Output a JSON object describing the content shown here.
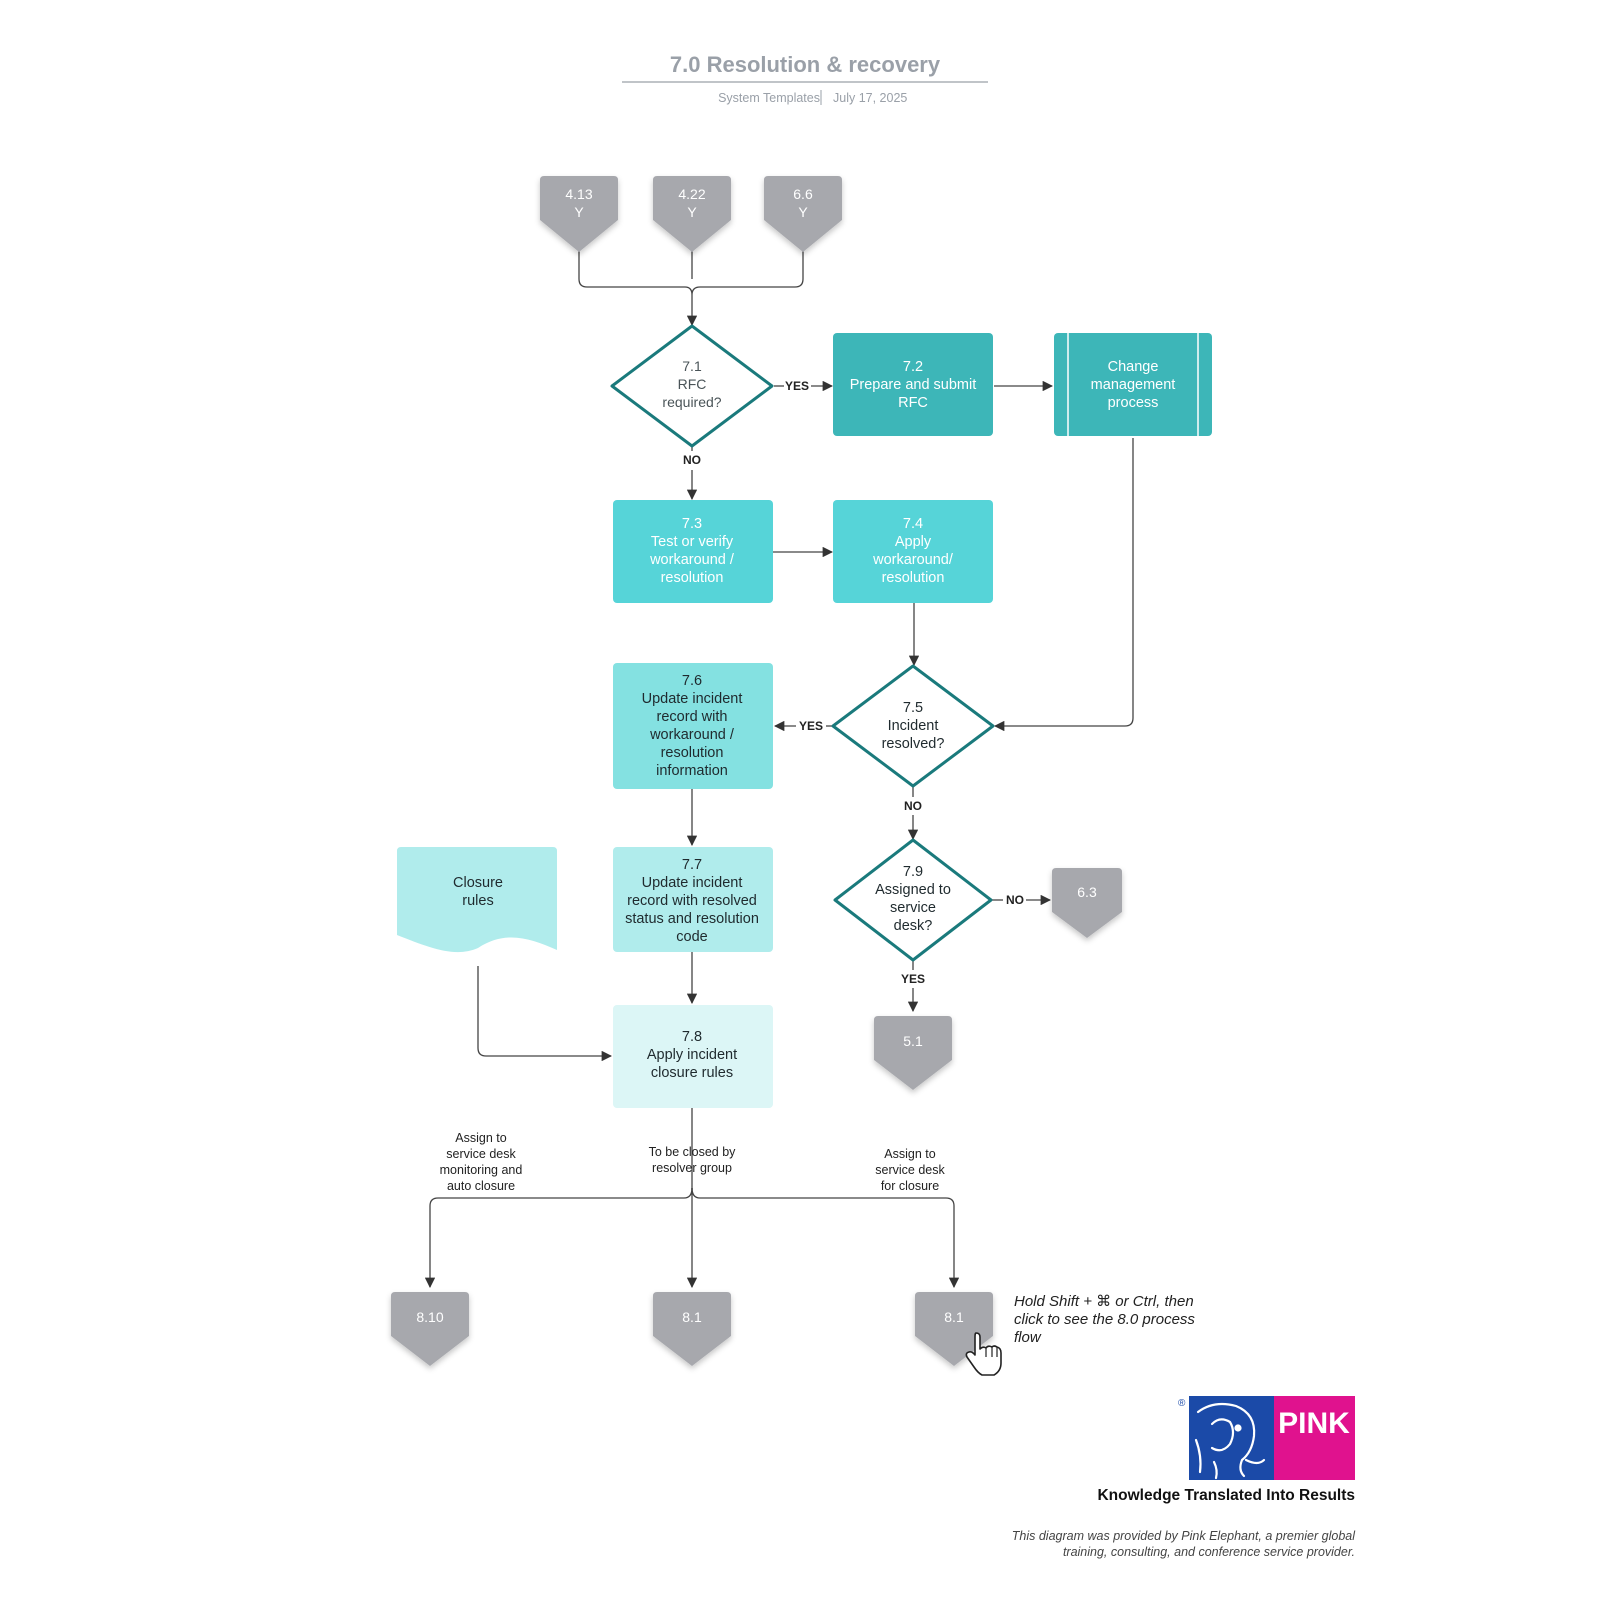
{
  "header": {
    "title": "7.0 Resolution & recovery",
    "source": "System Templates",
    "date": "July 17, 2025"
  },
  "colors": {
    "teal_dark": "#3db6b8",
    "teal_mid": "#56d4d8",
    "teal_light": "#84e1e1",
    "teal_lighter": "#b0ecec",
    "teal_pale": "#dcf6f6",
    "diamond_stroke": "#1a7a7c",
    "connector_gray": "#a7a8ad",
    "pink": "#e0128e",
    "elephant_blue": "#1b4aa8"
  },
  "connectors": {
    "c413": [
      "4.13",
      "Y"
    ],
    "c422": [
      "4.22",
      "Y"
    ],
    "c66": [
      "6.6",
      "Y"
    ],
    "c63": [
      "6.3"
    ],
    "c51": [
      "5.1"
    ],
    "c810": [
      "8.10"
    ],
    "c81a": [
      "8.1"
    ],
    "c81b": [
      "8.1"
    ]
  },
  "nodes": {
    "n71": [
      "7.1",
      "RFC",
      "required?"
    ],
    "n72": [
      "7.2",
      "Prepare and submit",
      "RFC"
    ],
    "change": [
      "Change",
      "management",
      "process"
    ],
    "n73": [
      "7.3",
      "Test or verify",
      "workaround /",
      "resolution"
    ],
    "n74": [
      "7.4",
      "Apply",
      "workaround/",
      "resolution"
    ],
    "n75": [
      "7.5",
      "Incident",
      "resolved?"
    ],
    "n76": [
      "7.6",
      "Update incident",
      "record with",
      "workaround /",
      "resolution",
      "information"
    ],
    "n77": [
      "7.7",
      "Update incident",
      "record with resolved",
      "status and resolution",
      "code"
    ],
    "n79": [
      "7.9",
      "Assigned to",
      "service",
      "desk?"
    ],
    "n78": [
      "7.8",
      "Apply incident",
      "closure rules"
    ],
    "closure": [
      "Closure",
      "rules"
    ]
  },
  "edge_labels": {
    "yes": "YES",
    "no": "NO"
  },
  "branch_labels": {
    "auto": [
      "Assign to",
      "service desk",
      "monitoring and",
      "auto closure"
    ],
    "resolver": [
      "To be closed by",
      "resolver group"
    ],
    "desk": [
      "Assign to",
      "service desk",
      "for closure"
    ]
  },
  "note": [
    "Hold Shift + ⌘ or Ctrl, then",
    "click to see the 8.0 process",
    "flow"
  ],
  "logo": {
    "text": "PINK",
    "registered": "®",
    "tagline": "Knowledge Translated Into Results"
  },
  "credit": [
    "This diagram was provided by Pink Elephant, a premier global",
    "training, consulting, and conference service provider."
  ]
}
